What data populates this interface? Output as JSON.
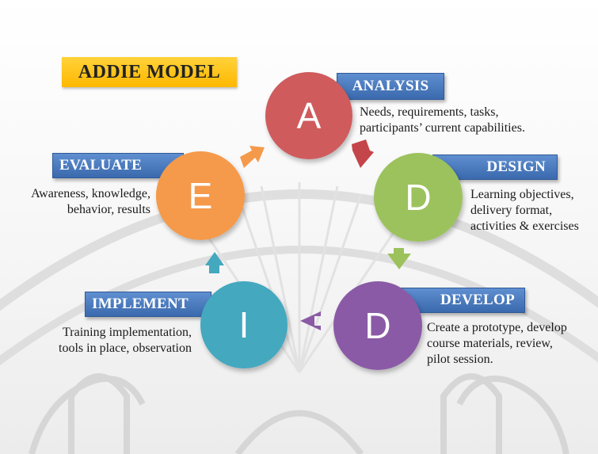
{
  "title": "ADDIE MODEL",
  "phases": {
    "analysis": {
      "letter": "A",
      "label": "ANALYSIS",
      "lines": [
        "Needs, requirements, tasks,",
        "participants’ current capabilities."
      ],
      "color": "#cf5b5d"
    },
    "design": {
      "letter": "D",
      "label": "DESIGN",
      "lines": [
        "Learning objectives,",
        "delivery format,",
        "activities & exercises"
      ],
      "color": "#9cc25d"
    },
    "develop": {
      "letter": "D",
      "label": "DEVELOP",
      "lines": [
        "Create a prototype, develop",
        "course  materials, review,",
        "pilot session."
      ],
      "color": "#8a5aa6"
    },
    "implement": {
      "letter": "I",
      "label": "IMPLEMENT",
      "lines": [
        "Training  implementation,",
        "tools in place, observation"
      ],
      "color": "#44a8bf"
    },
    "evaluate": {
      "letter": "E",
      "label": "EVALUATE",
      "lines": [
        "Awareness, knowledge,",
        "behavior, results"
      ],
      "color": "#f49a4a"
    }
  },
  "arrow_colors": {
    "analysis_to_design": "#c4464a",
    "design_to_develop": "#9cc25d",
    "develop_to_implement": "#8a5aa6",
    "implement_to_evaluate": "#44a8bf",
    "evaluate_to_analysis": "#f49a4a"
  }
}
